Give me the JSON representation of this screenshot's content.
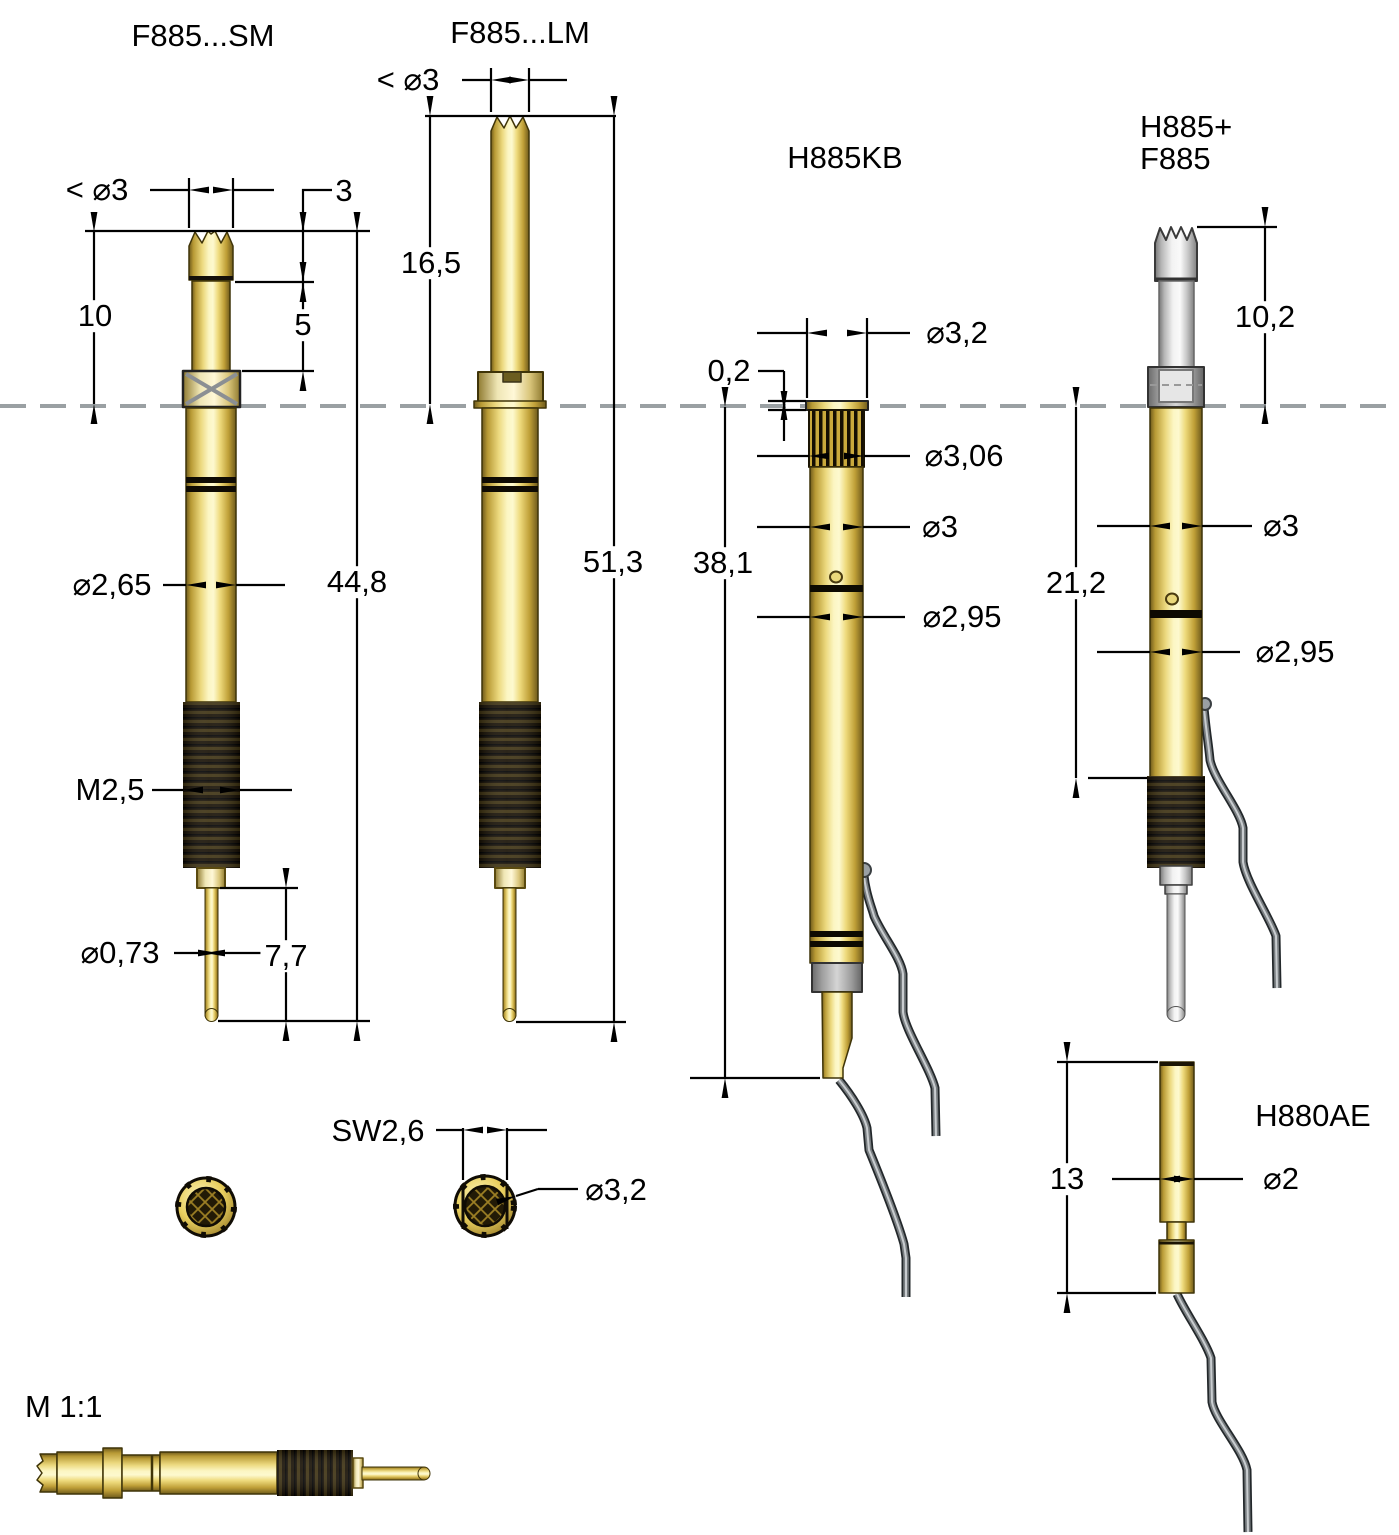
{
  "drawing": {
    "scale_note": "M 1:1",
    "cross_section": {
      "wrench": "SW2,6",
      "outer_d": "⌀3,2"
    }
  },
  "colors": {
    "gold_light": "#fdf8c9",
    "gold_mid": "#e3c44f",
    "gold_dark": "#6e5a1c",
    "silver_light": "#f5f5f5",
    "silver_dark": "#808080",
    "thread_black": "#160f03",
    "wire_grey": "#787d80",
    "centerline_grey": "#9aa0a3"
  },
  "probes": [
    {
      "title": "F885...SM",
      "dims": {
        "tip_d": "< ⌀3",
        "head_len": "3",
        "above": "10",
        "shaft": "5",
        "barrel_d": "⌀2,65",
        "total": "44,8",
        "thread": "M2,5",
        "tip2_d": "⌀0,73",
        "tip2_len": "7,7"
      }
    },
    {
      "title": "F885...LM",
      "dims": {
        "tip_d": "< ⌀3",
        "above": "16,5",
        "total": "51,3"
      }
    },
    {
      "title": "H885KB",
      "dims": {
        "lip": "0,2",
        "flange_d": "⌀3,2",
        "knurl_d": "⌀3,06",
        "body_d": "⌀3",
        "total": "38,1",
        "lower_d": "⌀2,95"
      }
    },
    {
      "title_line1": "H885+",
      "title_line2": "F885",
      "dims": {
        "plunger": "10,2",
        "body_d": "⌀3",
        "depth": "21,2",
        "lower_d": "⌀2,95"
      }
    },
    {
      "title": "H880AE",
      "dims": {
        "len": "13",
        "body_d": "⌀2"
      }
    }
  ]
}
